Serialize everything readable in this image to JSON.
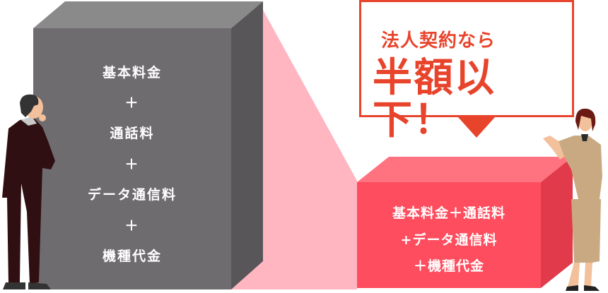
{
  "colors": {
    "gray_front": "#6f6c70",
    "gray_top": "#8b8a8b",
    "gray_side": "#59565a",
    "pink_connector": "#ffb6c1",
    "red_front": "#fd4d5e",
    "red_top": "#ff7380",
    "red_side": "#e03a4b",
    "accent": "#e8442c"
  },
  "gray_box": {
    "lines": [
      "基本料金",
      "＋",
      "通話料",
      "＋",
      "データ通信料",
      "＋",
      "機種代金"
    ]
  },
  "callout": {
    "subtitle": "法人契約なら",
    "headline": "半額以下！"
  },
  "red_box": {
    "lines": [
      "基本料金＋通話料",
      "+データ通信料",
      "＋機種代金"
    ]
  },
  "figures": {
    "left": "businessman-thinking",
    "right": "operator-woman-with-headset"
  }
}
